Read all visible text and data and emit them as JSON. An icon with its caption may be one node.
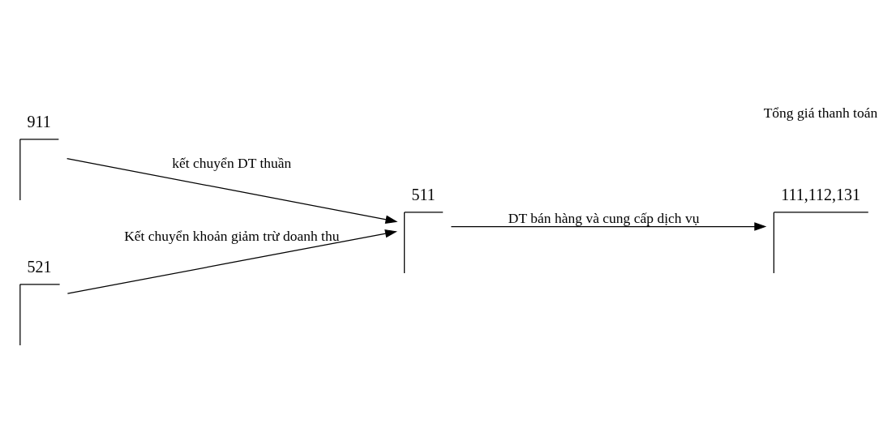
{
  "diagram": {
    "nodes": [
      {
        "text": [
          "911"
        ]
      },
      {
        "text": [
          "511"
        ]
      },
      {
        "text": [
          "111,112,131"
        ]
      },
      {
        "text": [
          "521"
        ]
      }
    ],
    "edges": [
      {
        "from": 0,
        "to": 1,
        "arrow": "to",
        "label": "kết chuyển DT thuần"
      },
      {
        "from": 1,
        "to": 2,
        "arrow": "to",
        "label": "DT bán hàng và cung cấp dịch vụ"
      },
      {
        "from": 3,
        "to": 1,
        "arrow": "to",
        "label": "Kết chuyển khoản giảm trừ doanh thu"
      }
    ],
    "labels": [
      "Tổng giá thanh toán"
    ]
  }
}
